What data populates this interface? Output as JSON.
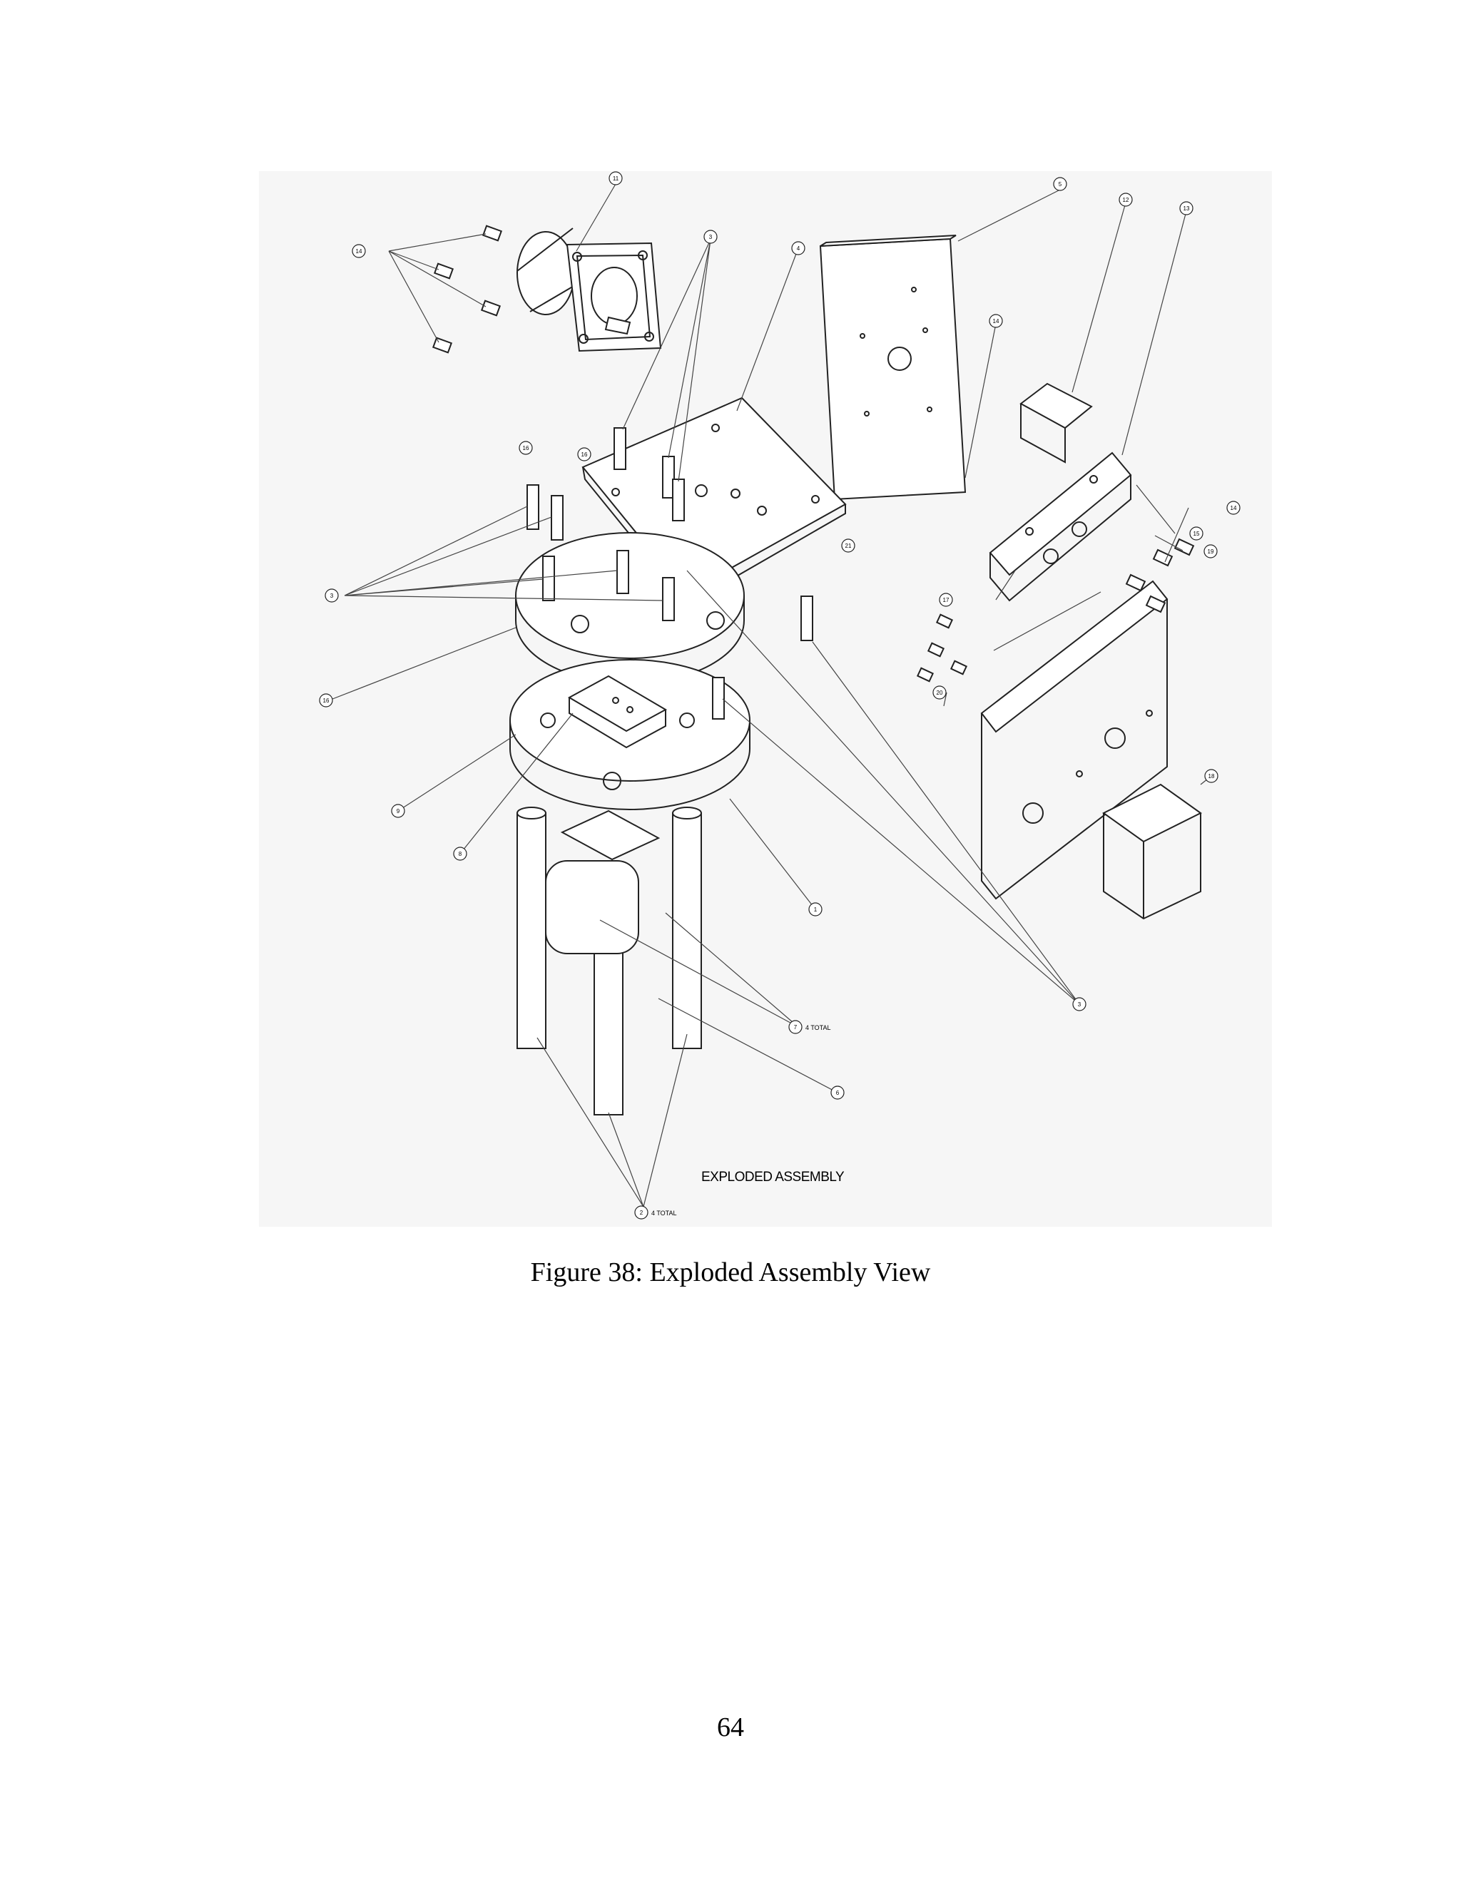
{
  "figure": {
    "title": "EXPLODED ASSEMBLY",
    "caption": "Figure 38: Exploded Assembly View",
    "callouts": [
      "11",
      "5",
      "4",
      "3",
      "12",
      "13",
      "14",
      "16",
      "16",
      "14",
      "3",
      "21",
      "15",
      "14",
      "19",
      "17",
      "16",
      "20",
      "9",
      "8",
      "1",
      "18",
      "3",
      "7",
      "6",
      "2"
    ],
    "notes": [
      "4 TOTAL",
      "4 TOTAL"
    ]
  },
  "page": {
    "number": "64"
  }
}
